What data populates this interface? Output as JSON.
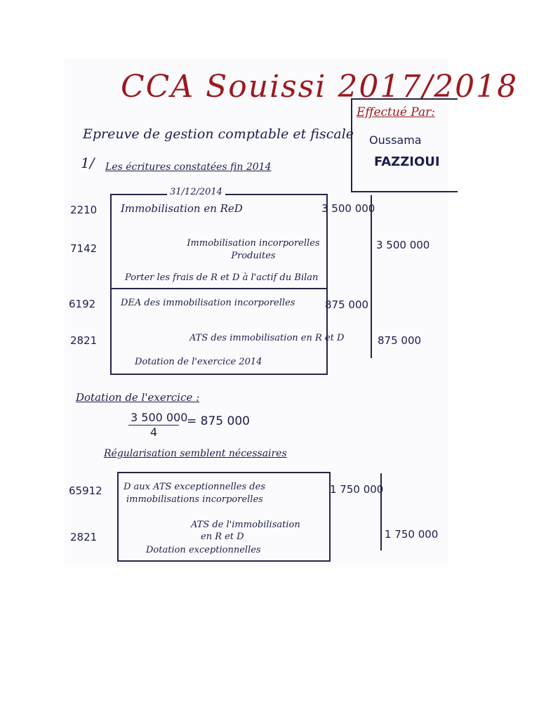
{
  "header": {
    "title": "CCA Souissi 2017/2018",
    "subtitle": "Epreuve de gestion comptable et fiscale"
  },
  "author_box": {
    "label": "Effectué Par:",
    "first_name": "Oussama",
    "last_name": "FAZZIOUI"
  },
  "section1": {
    "number": "1/",
    "heading": "Les écritures constatées fin 2014",
    "date": "31/12/2014",
    "entries": [
      {
        "account": "2210",
        "label": "Immobilisation en ReD",
        "debit": "3 500 000",
        "credit": ""
      },
      {
        "account": "7142",
        "label": "Immobilisation incorporelles Produites",
        "debit": "",
        "credit": "3 500 000"
      },
      {
        "account": "",
        "label": "Porter les frais de R et D à l'actif du Bilan",
        "debit": "",
        "credit": ""
      },
      {
        "account": "6192",
        "label": "DEA des immobilisation incorporelles",
        "debit": "875 000",
        "credit": ""
      },
      {
        "account": "2821",
        "label": "ATS des immobilisation en R et D",
        "debit": "",
        "credit": "875 000"
      },
      {
        "account": "",
        "label": "Dotation de l'exercice 2014",
        "debit": "",
        "credit": ""
      }
    ]
  },
  "calc": {
    "heading": "Dotation de l'exercice :",
    "numerator": "3 500 000",
    "denominator": "4",
    "result": "= 875 000"
  },
  "section2": {
    "heading": "Régularisation semblent nécessaires",
    "entries": [
      {
        "account": "65912",
        "label_line1": "D aux ATS exceptionnelles des",
        "label_line2": "immobilisations incorporelles",
        "debit": "1 750 000",
        "credit": ""
      },
      {
        "account": "2821",
        "label_line1": "ATS de l'immobilisation",
        "label_line2": "en R et D",
        "debit": "",
        "credit": "1 750 000"
      },
      {
        "account": "",
        "label_line1": "Dotation exceptionnelles",
        "label_line2": "",
        "debit": "",
        "credit": ""
      }
    ]
  }
}
